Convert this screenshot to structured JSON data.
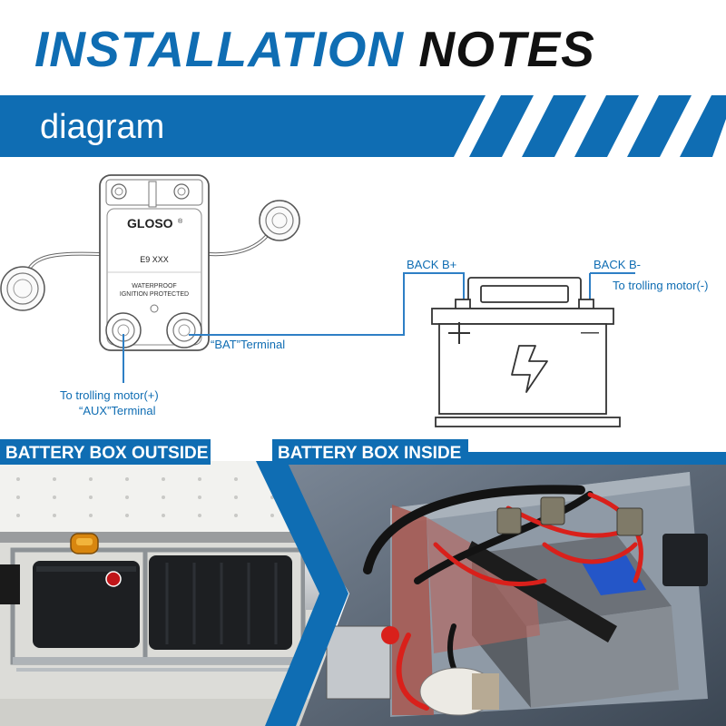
{
  "header": {
    "title_blue": "INSTALLATION",
    "title_black": "NOTES",
    "section_label": "diagram"
  },
  "breaker": {
    "brand": "GLOSO",
    "registered_mark": "®",
    "model": "E9  XXX",
    "waterproof_line1": "WATERPROOF",
    "waterproof_line2": "IGNITION PROTECTED"
  },
  "labels": {
    "bat_terminal": "“BAT”Terminal",
    "motor_positive": "To trolling motor(+)",
    "aux_terminal": "“AUX”Terminal",
    "back_bplus": "BACK B+",
    "back_bminus": "BACK B-",
    "motor_negative": "To trolling motor(-)"
  },
  "battery": {
    "plus_symbol": "+",
    "minus_symbol": "—"
  },
  "photos": {
    "outside_label": "BATTERY BOX OUTSIDE",
    "inside_label": "BATTERY BOX INSIDE"
  },
  "colors": {
    "brand_blue": "#0f6db3",
    "line_blue": "#2e7fc5",
    "title_black": "#111111",
    "outline_gray": "#555555",
    "wire_red": "#d9201b"
  },
  "icons": [
    "lightning-bolt-icon",
    "plus-icon",
    "minus-icon"
  ]
}
